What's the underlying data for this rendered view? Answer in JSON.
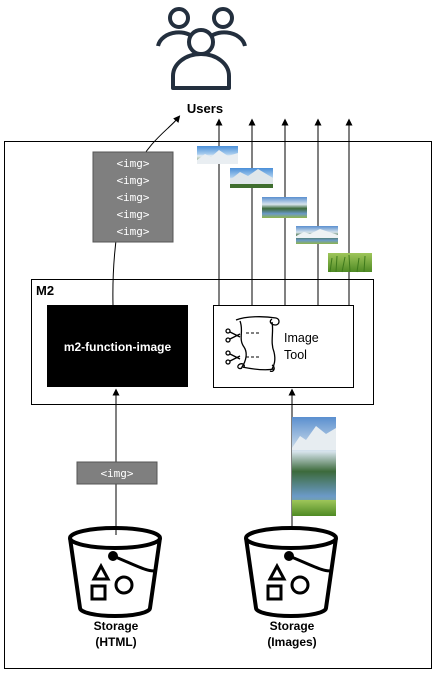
{
  "users": {
    "label": "Users"
  },
  "m2": {
    "label": "M2",
    "function_label": "m2-function-image",
    "image_tool_line1": "Image",
    "image_tool_line2": "Tool"
  },
  "img_stack": [
    "<img>",
    "<img>",
    "<img>",
    "<img>",
    "<img>"
  ],
  "img_tag": "<img>",
  "storage_html": {
    "line1": "Storage",
    "line2": "(HTML)"
  },
  "storage_images": {
    "line1": "Storage",
    "line2": "(Images)"
  },
  "colors": {
    "block": "#000000",
    "img_box": "#7f7f7f",
    "line": "#000000",
    "icon_blue": "#232f3e"
  }
}
